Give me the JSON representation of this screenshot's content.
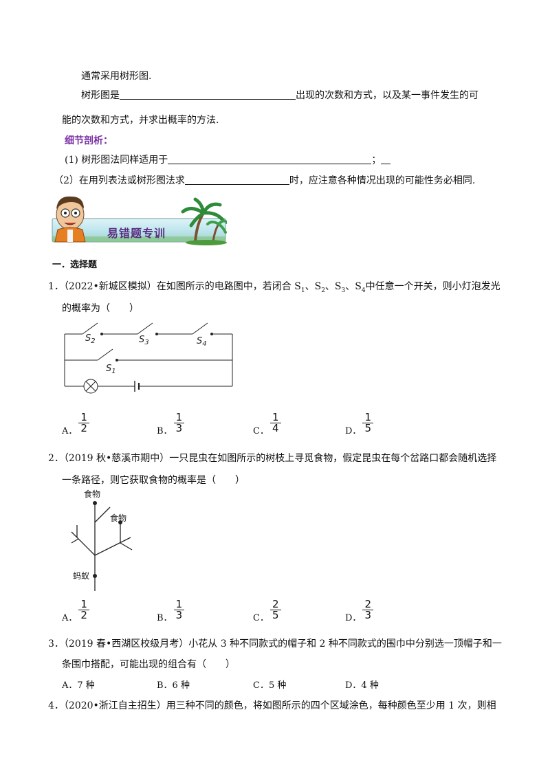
{
  "intro": {
    "line1": "通常采用树形图.",
    "line2_start": "树形图是",
    "line2_end": "出现的次数和方式，以及某一事件发生的可",
    "line3": "能的次数和方式，并求出概率的方法."
  },
  "detail": {
    "heading": "细节剖析：",
    "item1_start": "(1) 树形图法同样适用于",
    "item1_end": "；",
    "item2_start": "（2）在用列表法或树形图法求",
    "item2_end": "时，应注意各种情况出现的可能性务必相同."
  },
  "banner": {
    "title": "易错题专训"
  },
  "section": {
    "title": "一．选择题"
  },
  "q1": {
    "number": "1．",
    "text_line1": "（2022•新城区模拟）在如图所示的电路图中，若闭合 S",
    "sub1": "1",
    "sep1": "、S",
    "sub2": "2",
    "sep2": "、S",
    "sub3": "3",
    "sep3": "、S",
    "sub4": "4",
    "text_line1_end": "中任意一个开关，则小灯泡发光",
    "text_line2": "的概率为（　　）",
    "switch_labels": [
      {
        "s": "S",
        "sub": "2"
      },
      {
        "s": "S",
        "sub": "3"
      },
      {
        "s": "S",
        "sub": "4"
      },
      {
        "s": "S",
        "sub": "1"
      }
    ],
    "options": [
      {
        "label": "A．",
        "num": "1",
        "den": "2"
      },
      {
        "label": "B．",
        "num": "1",
        "den": "3"
      },
      {
        "label": "C．",
        "num": "1",
        "den": "4"
      },
      {
        "label": "D．",
        "num": "1",
        "den": "5"
      }
    ]
  },
  "q2": {
    "number": "2．",
    "text_line1": "（2019 秋•慈溪市期中）一只昆虫在如图所示的树枝上寻觅食物，假定昆虫在每个岔路口都会随机选择",
    "text_line2": "一条路径，则它获取食物的概率是（　　）",
    "food_label_top": "食物",
    "food_label_mid": "食物",
    "ant_label": "蚂蚁",
    "options": [
      {
        "label": "A．",
        "num": "1",
        "den": "2"
      },
      {
        "label": "B．",
        "num": "1",
        "den": "3"
      },
      {
        "label": "C．",
        "num": "2",
        "den": "5"
      },
      {
        "label": "D．",
        "num": "2",
        "den": "3"
      }
    ]
  },
  "q3": {
    "number": "3．",
    "text_line1": "（2019 春•西湖区校级月考）小花从 3 种不同款式的帽子和 2 种不同款式的围巾中分别选一顶帽子和一",
    "text_line2": "条围巾搭配，可能出现的组合有（　　）",
    "options": [
      "A．7 种",
      "B．6 种",
      "C．5 种",
      "D．4 种"
    ]
  },
  "q4": {
    "number": "4．",
    "text_line1": "（2020•浙江自主招生）用三种不同的颜色，将如图所示的四个区域涂色，每种颜色至少用 1 次，则相"
  }
}
